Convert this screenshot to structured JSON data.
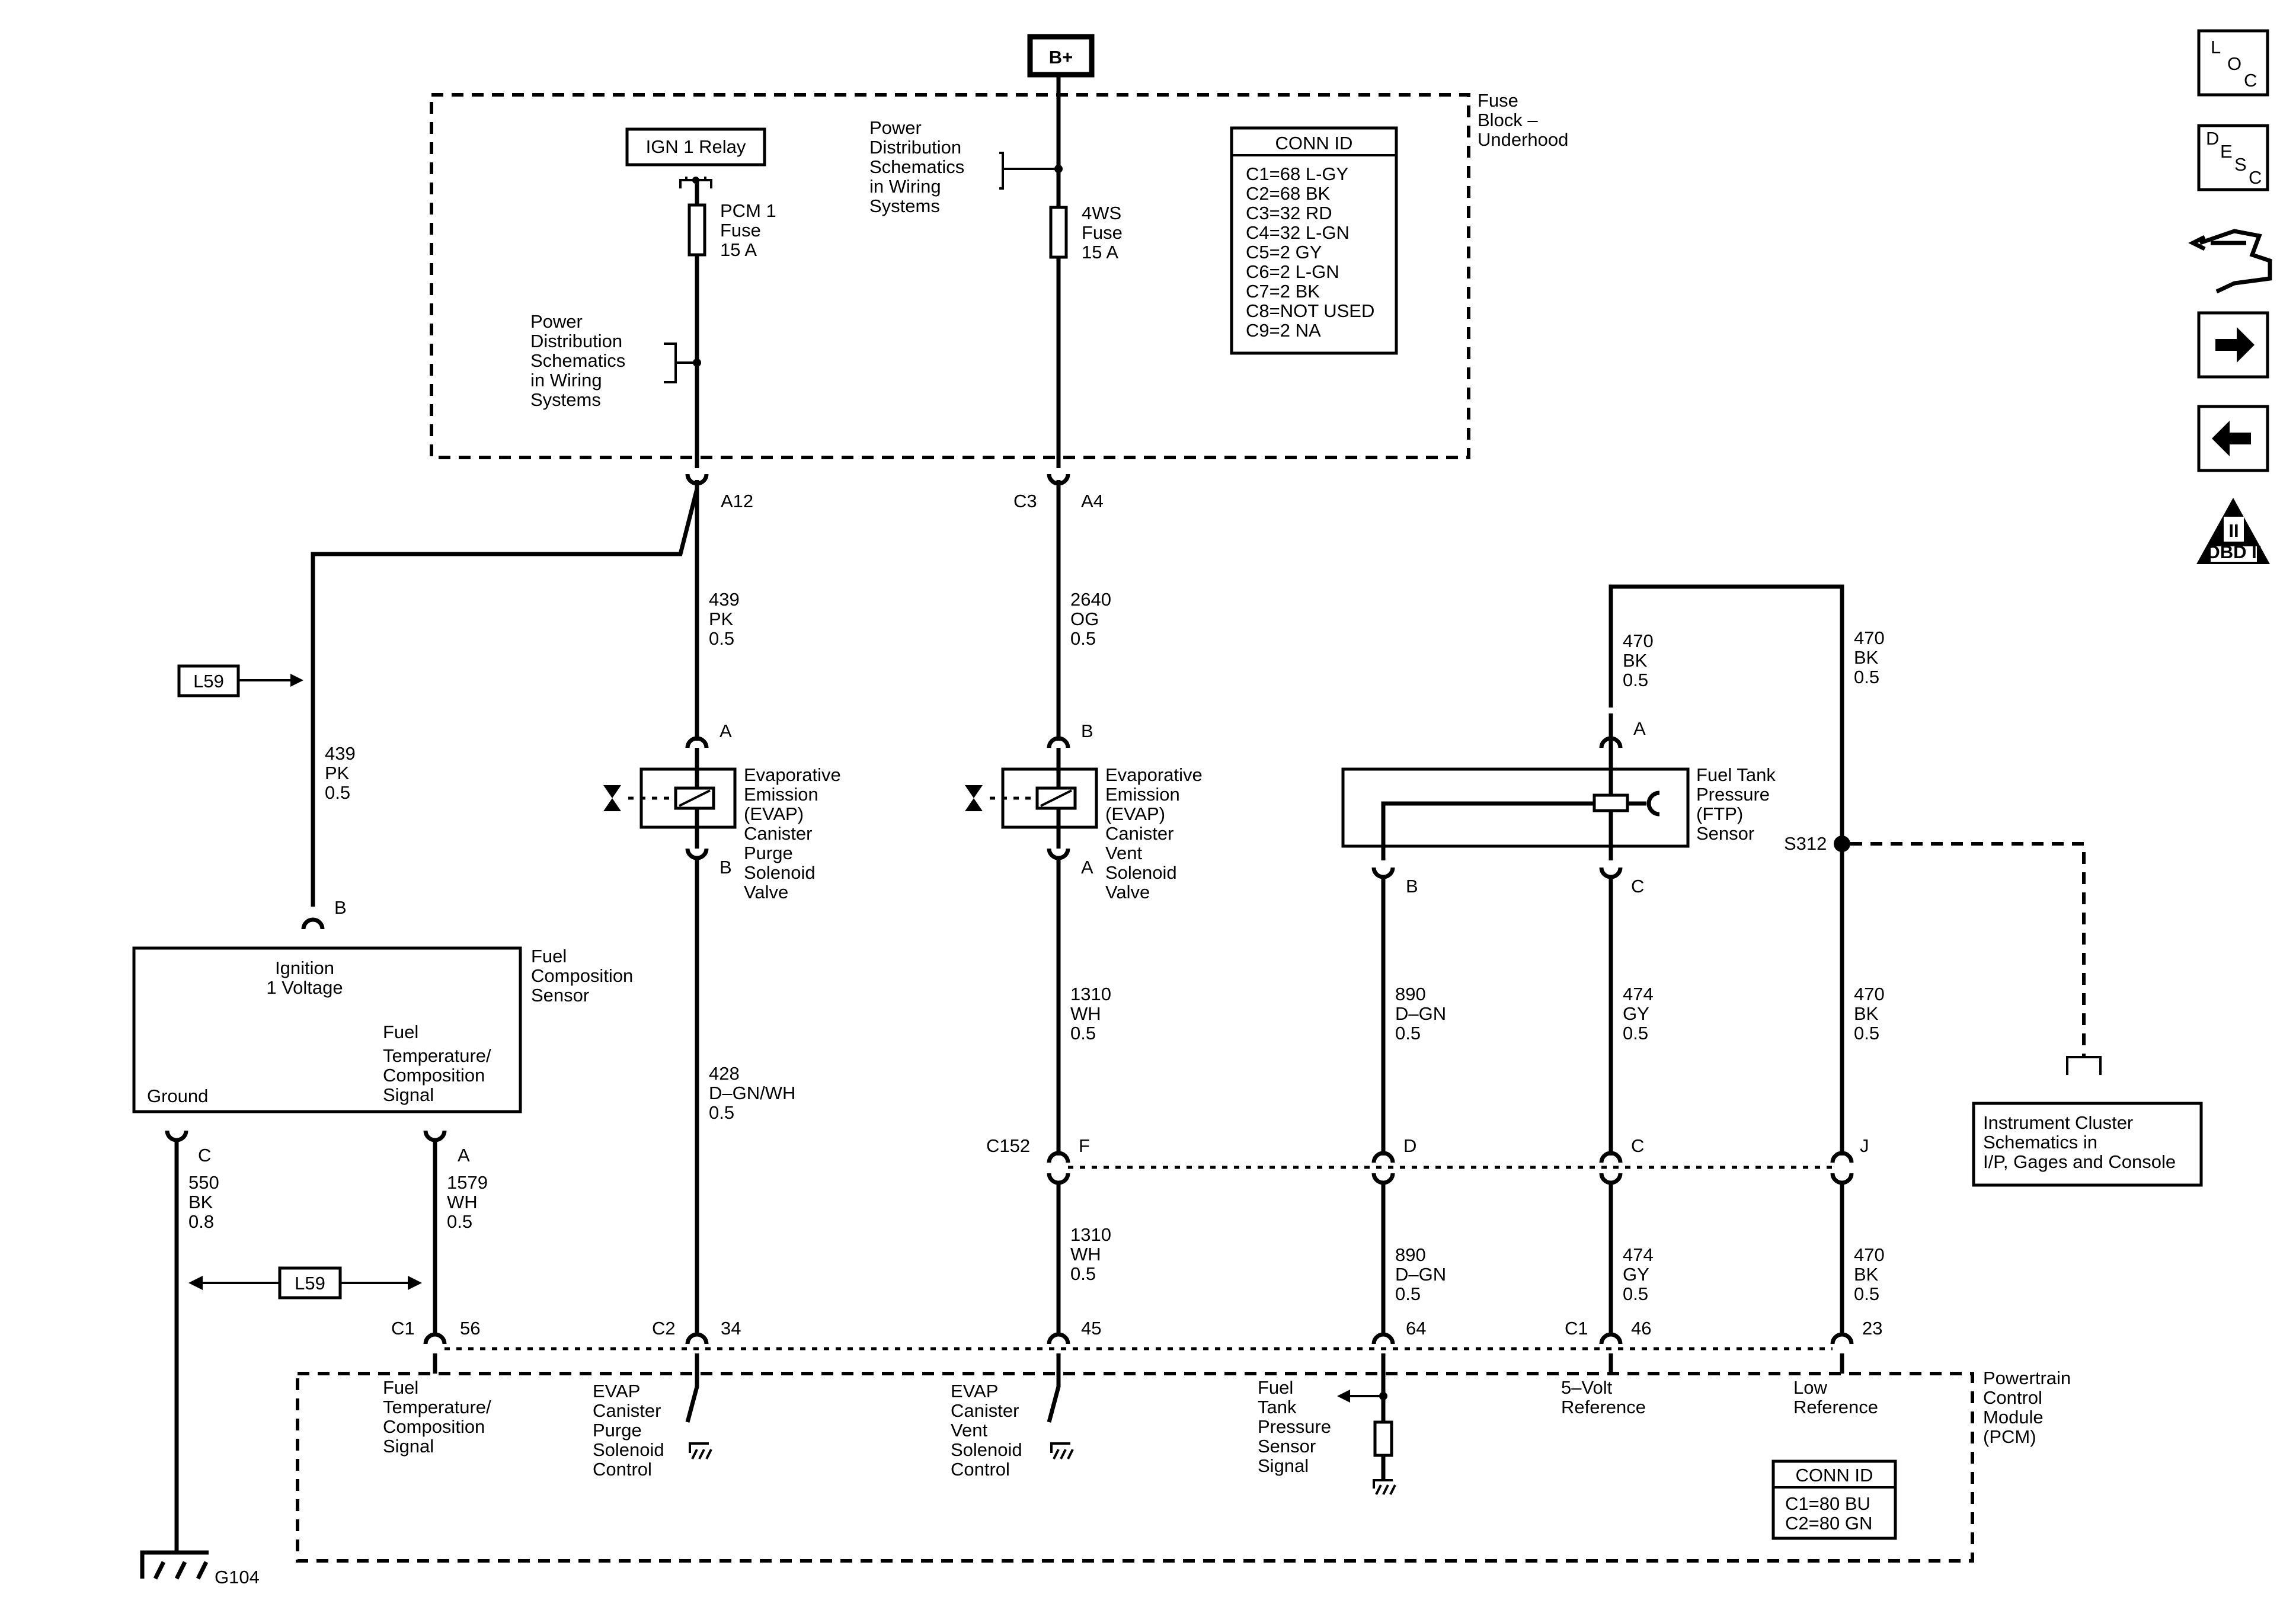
{
  "battery": "B+",
  "fuse_block": {
    "title": [
      "Fuse",
      "Block –",
      "Underhood"
    ]
  },
  "ign_relay": "IGN 1 Relay",
  "pcm1_fuse": [
    "PCM 1",
    "Fuse",
    "15 A"
  ],
  "ws4_fuse": [
    "4WS",
    "Fuse",
    "15 A"
  ],
  "power_dist_left": [
    "Power",
    "Distribution",
    "Schematics",
    "in Wiring",
    "Systems"
  ],
  "power_dist_top": [
    "Power",
    "Distribution",
    "Schematics",
    "in Wiring",
    "Systems"
  ],
  "conn_id_top": {
    "title": "CONN ID",
    "rows": [
      "C1=68 L-GY",
      "C2=68 BK",
      "C3=32 RD",
      "C4=32 L-GN",
      "C5=2 GY",
      "C6=2 L-GN",
      "C7=2 BK",
      "C8=NOT USED",
      "C9=2 NA"
    ]
  },
  "connectors": {
    "a12": "A12",
    "c3": "C3",
    "a4": "A4",
    "c152": "C152",
    "pin_a": "A",
    "pin_b": "B",
    "pin_c": "C",
    "pin_d": "D",
    "pin_f": "F",
    "pin_j": "J",
    "c1": "C1",
    "c2": "C2",
    "p56": "56",
    "p34": "34",
    "p45": "45",
    "p64": "64",
    "p46": "46",
    "p23": "23",
    "s312": "S312",
    "g104": "G104"
  },
  "option_tag": "L59",
  "wires": {
    "w439": [
      "439",
      "PK",
      "0.5"
    ],
    "w2640": [
      "2640",
      "OG",
      "0.5"
    ],
    "w470": [
      "470",
      "BK",
      "0.5"
    ],
    "w428": [
      "428",
      "D–GN/WH",
      "0.5"
    ],
    "w1310": [
      "1310",
      "WH",
      "0.5"
    ],
    "w890": [
      "890",
      "D–GN",
      "0.5"
    ],
    "w474": [
      "474",
      "GY",
      "0.5"
    ],
    "w550": [
      "550",
      "BK",
      "0.8"
    ],
    "w1579": [
      "1579",
      "WH",
      "0.5"
    ]
  },
  "purge_valve": [
    "Evaporative",
    "Emission",
    "(EVAP)",
    "Canister",
    "Purge",
    "Solenoid",
    "Valve"
  ],
  "vent_valve": [
    "Evaporative",
    "Emission",
    "(EVAP)",
    "Canister",
    "Vent",
    "Solenoid",
    "Valve"
  ],
  "ftp_sensor": [
    "Fuel Tank",
    "Pressure",
    "(FTP)",
    "Sensor"
  ],
  "fuel_comp_sensor": {
    "title": [
      "Fuel",
      "Composition",
      "Sensor"
    ],
    "ign": [
      "Ignition",
      "1 Voltage"
    ],
    "temp": [
      "Fuel",
      "Temperature/",
      "Composition",
      "Signal"
    ],
    "ground": "Ground"
  },
  "instrument_cluster": [
    "Instrument Cluster",
    "Schematics in",
    "I/P, Gages and Console"
  ],
  "pcm": {
    "title": [
      "Powertrain",
      "Control",
      "Module",
      "(PCM)"
    ],
    "fuel_temp": [
      "Fuel",
      "Temperature/",
      "Composition",
      "Signal"
    ],
    "purge": [
      "EVAP",
      "Canister",
      "Purge",
      "Solenoid",
      "Control"
    ],
    "vent": [
      "EVAP",
      "Canister",
      "Vent",
      "Solenoid",
      "Control"
    ],
    "ftp_signal": [
      "Fuel",
      "Tank",
      "Pressure",
      "Sensor",
      "Signal"
    ],
    "ref5v": [
      "5–Volt",
      "Reference"
    ],
    "lowref": [
      "Low",
      "Reference"
    ]
  },
  "conn_id_pcm": {
    "title": "CONN ID",
    "rows": [
      "C1=80 BU",
      "C2=80 GN"
    ]
  },
  "nav": {
    "loc": [
      "L",
      "O",
      "C"
    ],
    "desc": [
      "D",
      "E",
      "S",
      "C"
    ],
    "obd": "OBD II",
    "obd_numeral": "II"
  }
}
